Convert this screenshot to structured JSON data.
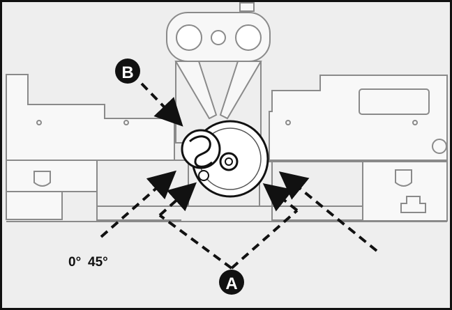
{
  "callouts": {
    "a": "A",
    "b": "B"
  },
  "angle_labels": {
    "zero": "0°",
    "forty_five": "45°"
  },
  "colors": {
    "frame": "#111111",
    "background": "#eeeeee",
    "line_art": "#8a8a8a",
    "dark_marker": "#111111",
    "marker_text": "#ffffff"
  },
  "icons": {
    "callout_marker": "filled-circle-with-letter",
    "arrow": "dashed-arrow"
  }
}
